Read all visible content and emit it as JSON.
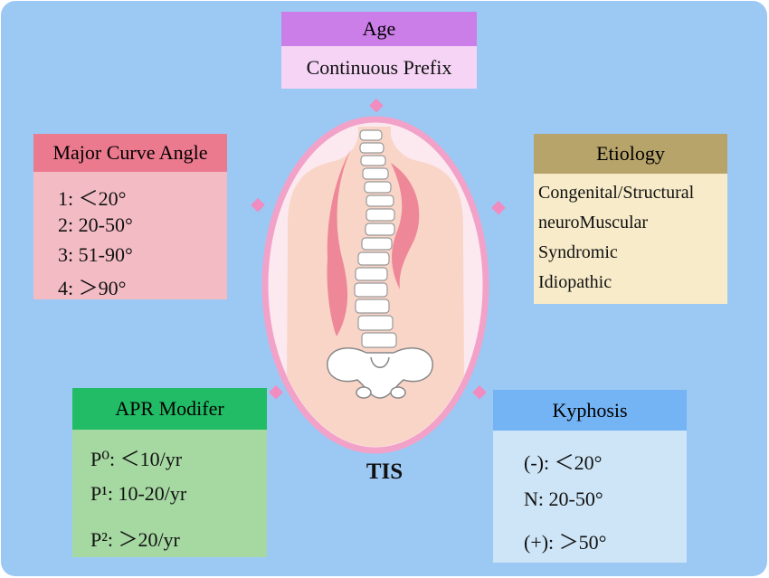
{
  "age": {
    "title": "Age",
    "content": "Continuous Prefix"
  },
  "major_curve": {
    "title": "Major Curve Angle",
    "items": [
      "1: ＜20°",
      "2: 20-50°",
      "3: 51-90°",
      "4: ＞90°"
    ]
  },
  "etiology": {
    "title": "Etiology",
    "items": [
      "Congenital/Structural",
      "neuroMuscular",
      "Syndromic",
      "Idiopathic"
    ]
  },
  "apr": {
    "title": "APR Modifer",
    "items": [
      "P⁰: ＜10/yr",
      "P¹: 10-20/yr",
      "P²: ＞20/yr"
    ]
  },
  "kyphosis": {
    "title": "Kyphosis",
    "items": [
      "(-): ＜20°",
      "N: 20-50°",
      "(+): ＞50°"
    ]
  },
  "center_label": "TIS",
  "colors": {
    "background": "#9cc8f4",
    "age_header": "#cc7ee8",
    "age_body": "#f5d4f5",
    "curve_header": "#ec7a8f",
    "curve_body": "#f3bcc5",
    "etiology_header": "#b7a46b",
    "etiology_body": "#f7ebc9",
    "apr_header": "#22bb66",
    "apr_body": "#a6d8a2",
    "kyphosis_header": "#74b4f4",
    "kyphosis_body": "#cde5f6",
    "oval_ring": "#f2a2c8"
  }
}
